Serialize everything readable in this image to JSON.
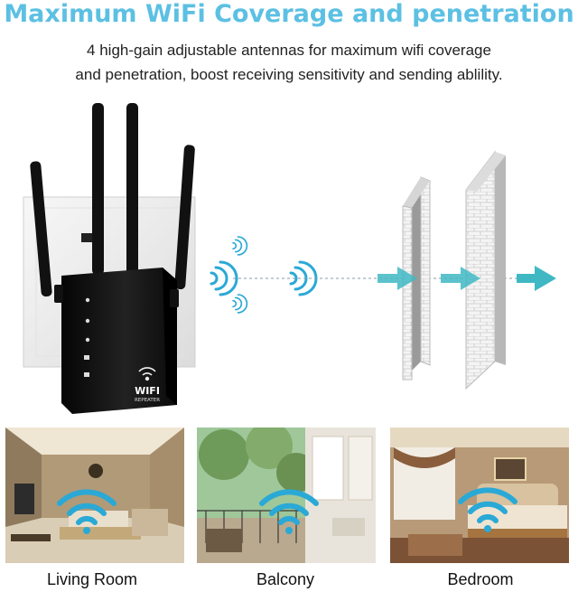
{
  "title": "Maximum WiFi Coverage and penetration",
  "subtitle": {
    "line1": "4 high-gain adjustable antennas for maximum wifi coverage",
    "line2": "and penetration, boost receiving sensitivity and sending ablility."
  },
  "device": {
    "brand_label": "WIFI",
    "model_label": "REPEATER",
    "body_color": "#111111"
  },
  "accent_color": "#2aa9d6",
  "arrow_color": "#3fb8c4",
  "rooms": [
    {
      "label": "Living Room"
    },
    {
      "label": "Balcony"
    },
    {
      "label": "Bedroom"
    }
  ]
}
